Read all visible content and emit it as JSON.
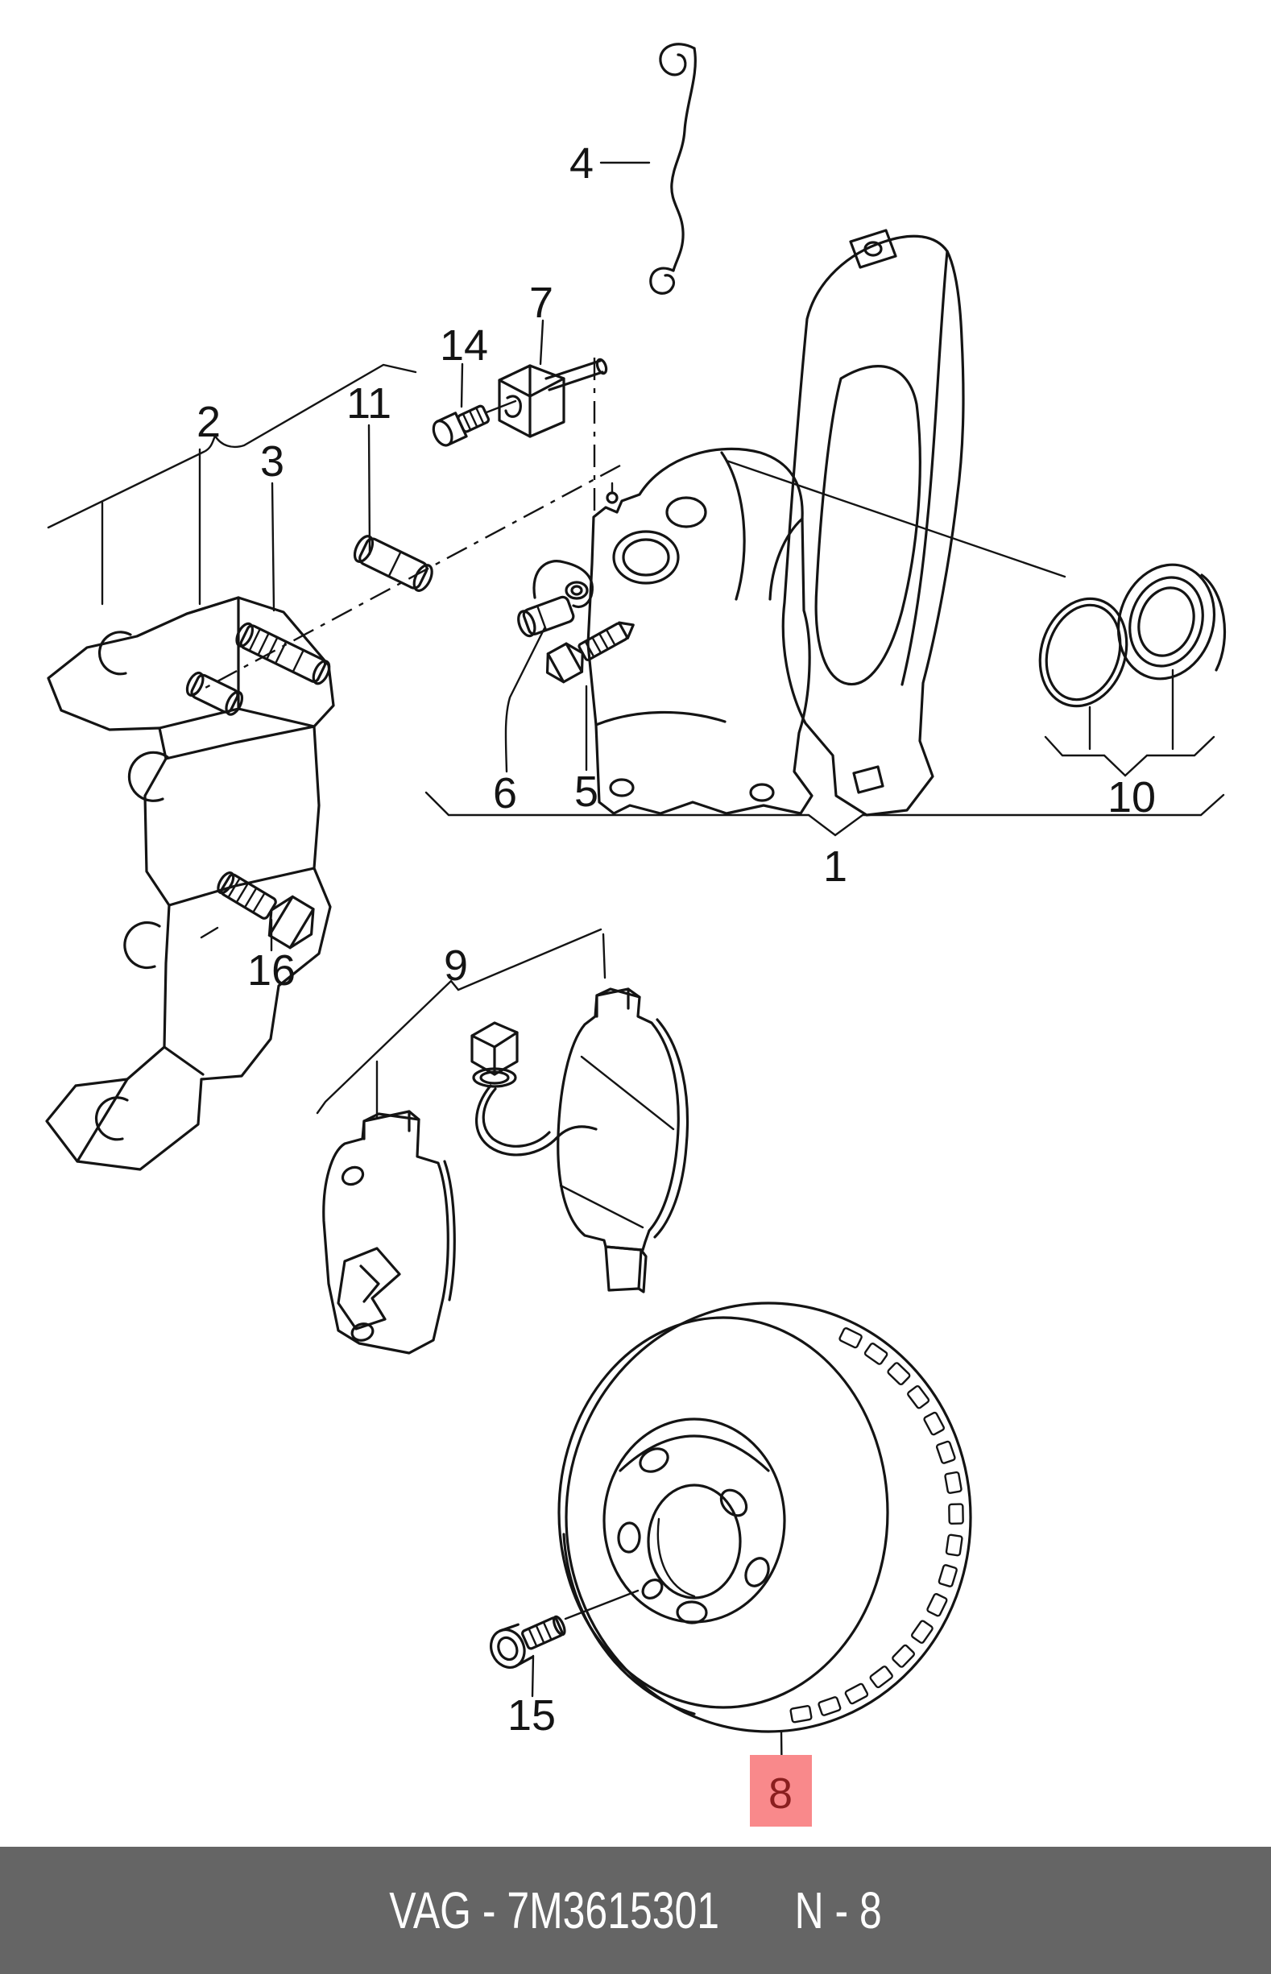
{
  "diagram": {
    "type": "exploded-parts-diagram",
    "parts": [
      {
        "label": "4"
      },
      {
        "label": "7"
      },
      {
        "label": "14"
      },
      {
        "label": "2"
      },
      {
        "label": "11"
      },
      {
        "label": "3"
      },
      {
        "label": "6"
      },
      {
        "label": "5"
      },
      {
        "label": "1"
      },
      {
        "label": "10"
      },
      {
        "label": "16"
      },
      {
        "label": "9"
      },
      {
        "label": "15"
      },
      {
        "label": "8"
      }
    ],
    "highlight": {
      "part": "8",
      "box_color": "#f9898b",
      "digit_color": "#8a1f1f"
    },
    "line_color": "#141414"
  },
  "footer": {
    "catalog_code": "VAG - 7M3615301",
    "page_ref": "N - 8",
    "background": "#656565",
    "text_color": "#ffffff"
  }
}
